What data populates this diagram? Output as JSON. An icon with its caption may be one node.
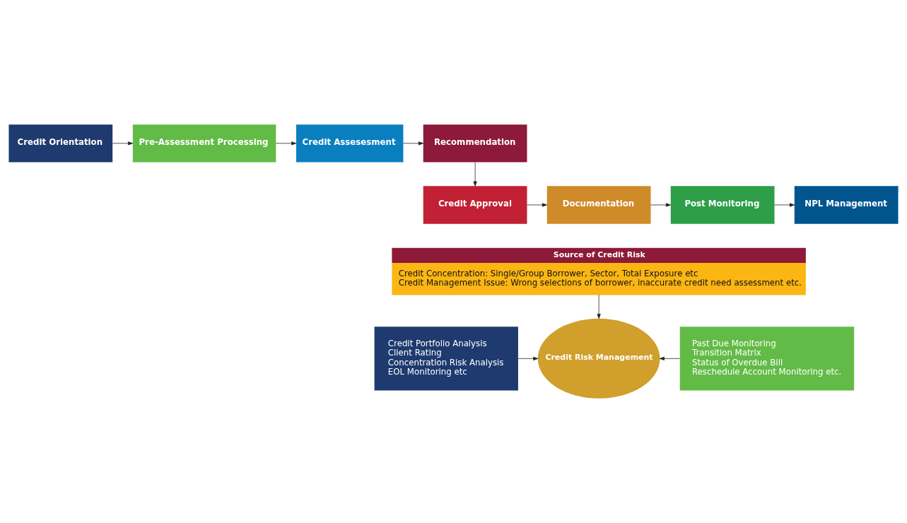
{
  "diagram": {
    "nodes": [
      {
        "text": [
          "Credit Orientation"
        ]
      },
      {
        "text": [
          "Pre-Assessment Processing"
        ]
      },
      {
        "text": [
          "Credit Assesesment"
        ]
      },
      {
        "text": [
          "Recommendation"
        ]
      },
      {
        "text": [
          "Credit Approval"
        ]
      },
      {
        "text": [
          "Documentation"
        ]
      },
      {
        "text": [
          "Post Monitoring"
        ]
      },
      {
        "text": [
          "NPL Management"
        ]
      },
      {
        "text": [
          "Source of Credit Risk",
          "Credit Concentration: Single/Group Borrower, Sector, Total Exposure etc",
          "Credit Management Issue: Wrong selections of borrower, inaccurate credit need assessment etc."
        ]
      },
      {
        "text": [
          "Credit Portfolio Analysis",
          "Client Rating",
          "Concentration Risk Analysis",
          "EOL Monitoring etc"
        ]
      },
      {
        "text": [
          "Credit Risk Management"
        ]
      },
      {
        "text": [
          "Past Due Monitoring",
          "Transition Matrix",
          "Status of Overdue Bill",
          "Reschedule Account Monitoring etc."
        ]
      }
    ],
    "edges": [
      {
        "from": 0,
        "to": 1,
        "arrow": "to"
      },
      {
        "from": 1,
        "to": 2,
        "arrow": "to"
      },
      {
        "from": 2,
        "to": 3,
        "arrow": "to"
      },
      {
        "from": 3,
        "to": 4,
        "arrow": "to"
      },
      {
        "from": 4,
        "to": 5,
        "arrow": "to"
      },
      {
        "from": 5,
        "to": 6,
        "arrow": "to"
      },
      {
        "from": 6,
        "to": 7,
        "arrow": "to"
      },
      {
        "from": 8,
        "to": 10,
        "arrow": "to"
      },
      {
        "from": 9,
        "to": 10,
        "arrow": "to"
      },
      {
        "from": 11,
        "to": 10,
        "arrow": "to"
      }
    ]
  }
}
